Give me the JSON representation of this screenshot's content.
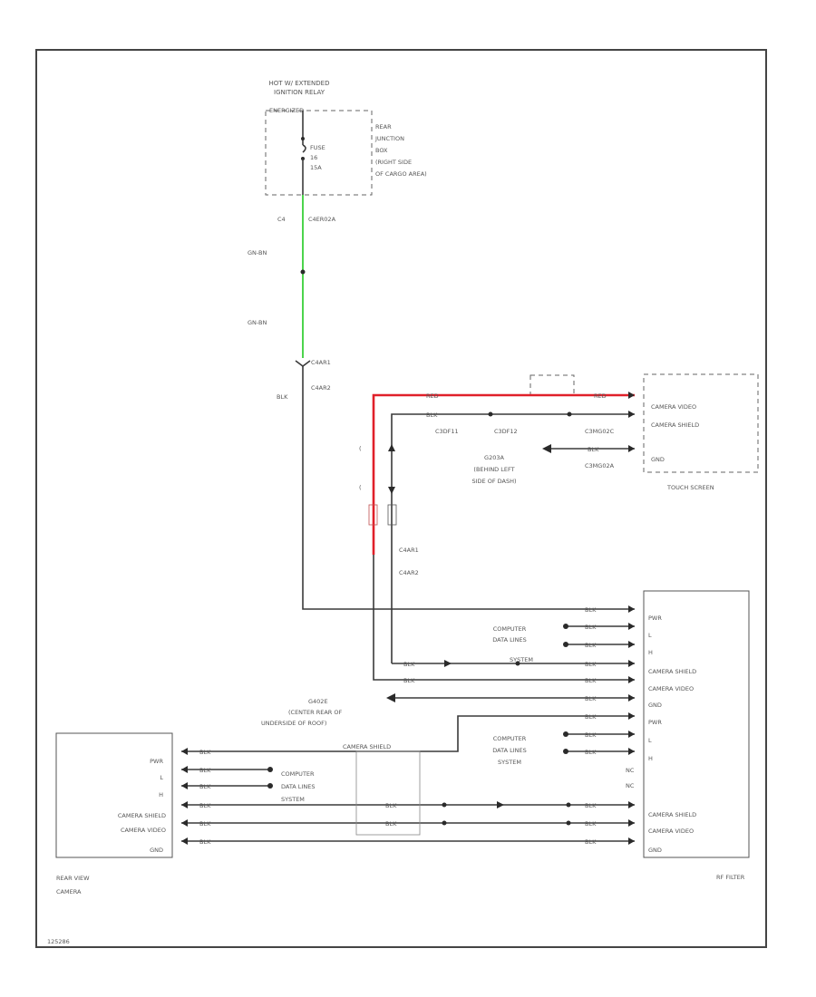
{
  "relay": {
    "line1": "HOT W/ EXTENDED",
    "line2": "IGNITION RELAY",
    "line3": "ENERGIZED"
  },
  "fuse": {
    "line1": "FUSE",
    "line2": "16",
    "line3": "15A"
  },
  "junction_box": {
    "line1": "REAR",
    "line2": "JUNCTION",
    "line3": "BOX",
    "line4": "(RIGHT SIDE",
    "line5": "OF CARGO AREA)"
  },
  "connectors": {
    "c4": "C4",
    "cjb": "C4ER02A",
    "cam1": "C4AR1",
    "cam2": "C4AR2",
    "cf1": "C3DF11",
    "cf2": "C3DF12",
    "cm1": "C3MG02C",
    "cm2": "C3MG02A",
    "ca1": "C4AR1",
    "ca2": "C4AR2"
  },
  "wire_colors": {
    "gnbn1": "GN-BN",
    "gnbn2": "GN-BN",
    "blk_left": "BLK",
    "red": "RED",
    "blk": "BLK"
  },
  "ground_g203": {
    "line1": "G203A",
    "line2": "(BEHIND LEFT",
    "line3": "SIDE OF DASH)"
  },
  "ground_g402": {
    "line1": "G402E",
    "line2": "(CENTER REAR OF",
    "line3": "UNDERSIDE OF ROOF)"
  },
  "computer_data": {
    "line1": "COMPUTER",
    "line2": "DATA LINES",
    "line3": "SYSTEM"
  },
  "splice_label": "CAMERA SHIELD",
  "touch_screen": {
    "title": "TOUCH SCREEN",
    "pin1": "CAMERA VIDEO",
    "pin2": "CAMERA SHIELD",
    "pin3": "GND"
  },
  "rf_filter": {
    "title": "RF FILTER",
    "pins": [
      "PWR",
      "L",
      "H",
      "CAMERA SHIELD",
      "CAMERA VIDEO",
      "GND",
      "PWR",
      "L",
      "H",
      "NC",
      "NC",
      "CAMERA SHIELD",
      "CAMERA VIDEO",
      "GND"
    ]
  },
  "camera": {
    "title1": "REAR VIEW",
    "title2": "CAMERA",
    "pins": [
      "PWR",
      "L",
      "H",
      "CAMERA SHIELD",
      "CAMERA VIDEO",
      "GND"
    ]
  },
  "footer_id": "125286"
}
